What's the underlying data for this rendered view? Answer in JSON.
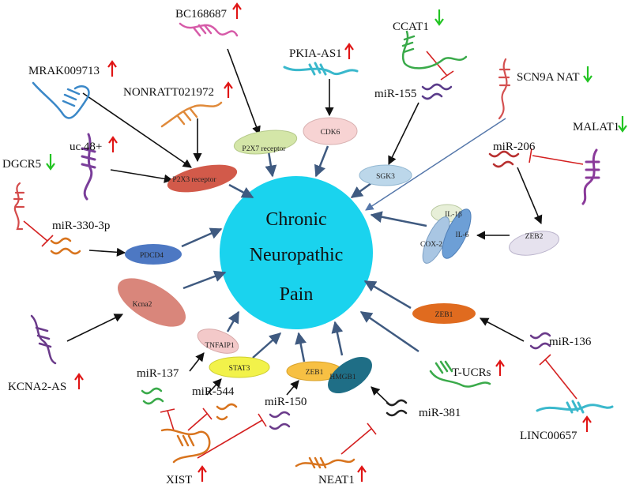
{
  "center": {
    "line1": "Chronic",
    "line2": "Neuropathic",
    "line3": "Pain"
  },
  "labels": {
    "bc168687": "BC168687",
    "pkia_as1": "PKIA-AS1",
    "ccat1": "CCAT1",
    "mrak009713": "MRAK009713",
    "nonratt021972": "NONRATT021972",
    "mir155": "miR-155",
    "scn9a_nat": "SCN9A NAT",
    "malat1": "MALAT1",
    "uc48": "uc.48+",
    "dgcr5": "DGCR5",
    "mir206": "miR-206",
    "mir330": "miR-330-3p",
    "kcna2_as": "KCNA2-AS",
    "mir136": "miR-136",
    "mir137": "miR-137",
    "mir544": "miR-544",
    "mir150": "miR-150",
    "mir381": "miR-381",
    "t_ucrs": "T-UCRs",
    "linc00657": "LINC00657",
    "xist": "XIST",
    "neat1": "NEAT1"
  },
  "nodes": {
    "p2x7": "P2X7 receptor",
    "cdk6": "CDK6",
    "sgk3": "SGK3",
    "p2x3": "P2X3 receptor",
    "il1b": "IL-1β",
    "il6": "IL-6",
    "cox2": "COX-2",
    "zeb2": "ZEB2",
    "pdcd4": "PDCD4",
    "kcna2": "Kcna2",
    "zeb1_right": "ZEB1",
    "tnfaip1": "TNFAIP1",
    "stat3": "STAT3",
    "zeb1_bottom": "ZEB1",
    "hmgb1": "HMGB1"
  },
  "colors": {
    "center": "#1ad3ee",
    "arrow_main": "#3f5a80",
    "up_arrow": "#e01515",
    "down_arrow": "#22c422",
    "inhibit": "#d42020"
  }
}
